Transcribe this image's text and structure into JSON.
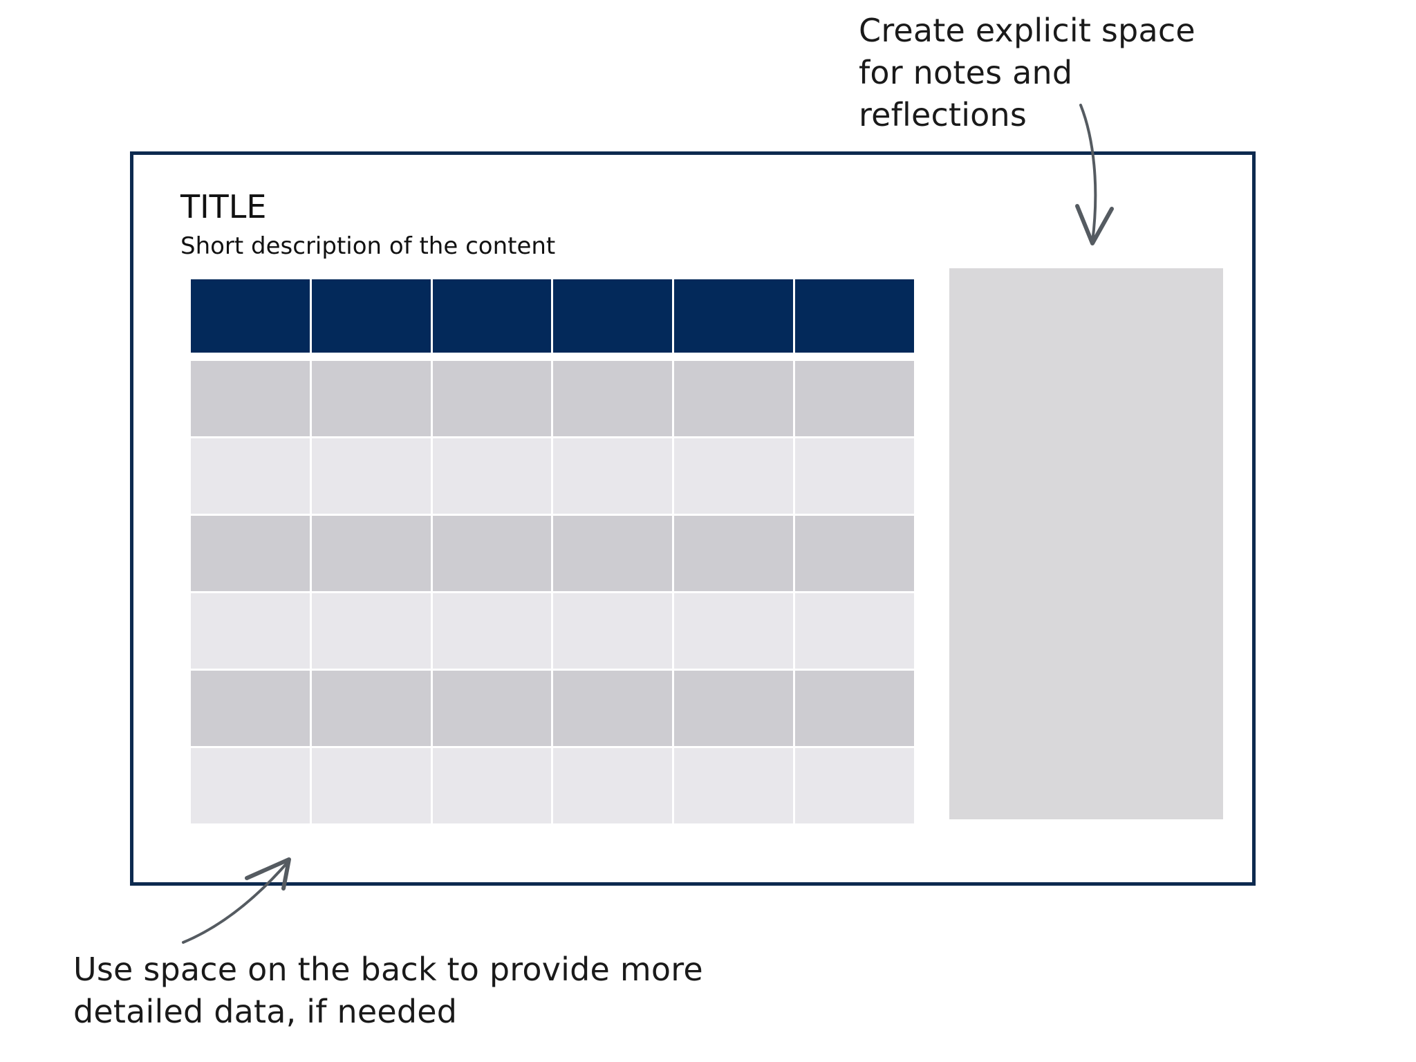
{
  "annotations": {
    "notes": {
      "line1": "Create explicit space",
      "line2": "for notes and",
      "line3": "reflections"
    },
    "back": {
      "line1": "Use space on the back to provide more",
      "line2": "detailed data, if needed"
    }
  },
  "card": {
    "title": "TITLE",
    "subtitle": "Short description of the content"
  },
  "table": {
    "columns": 6,
    "rows": [
      "header",
      "dark",
      "light",
      "dark",
      "light",
      "dark",
      "light"
    ]
  },
  "colors": {
    "frame": "#0d2a4f",
    "header": "#03295a",
    "row_dark": "#cdccd1",
    "row_light": "#e8e7eb",
    "notes_panel": "#d9d8da",
    "arrow": "#555b61"
  }
}
